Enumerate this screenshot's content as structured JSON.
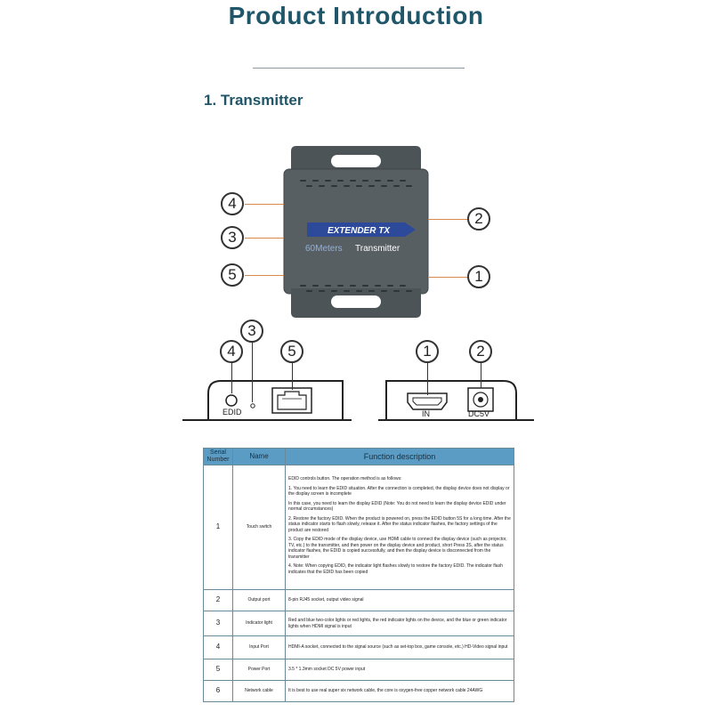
{
  "header": {
    "title": "Product Introduction",
    "section": "1. Transmitter"
  },
  "device": {
    "badge": "EXTENDER TX",
    "distance": "60Meters",
    "role": "Transmitter"
  },
  "callouts": {
    "c1": "1",
    "c2": "2",
    "c3": "3",
    "c4": "4",
    "c5": "5"
  },
  "panels": {
    "left": {
      "edid_label": "EDID"
    },
    "right": {
      "in_label": "IN",
      "dc_label": "DC5V"
    }
  },
  "table": {
    "headers": {
      "serial": "Serial Number",
      "name": "Name",
      "function": "Function description"
    },
    "rows": [
      {
        "num": "1",
        "name": "Touch switch",
        "func": [
          "EDID controls button. The operation method is as follows:",
          "1. You need to learn the EDID situation. After the connection is completed, the display device does not display or the display screen is incomplete",
          "In this case, you need to learn the display EDID (Note: You do not need to learn the display device EDID under normal circumstances)",
          "2. Restore the factory EDID. When the product is powered on, press the EDID button 5S for a long time. After the status indicator starts to flash slowly, release it. After the status indicator flashes, the factory settings of the product are restored",
          "3. Copy the EDID mode of the display device, use HDMI cable to connect the display device (such as projector, TV, etc.) to the transmitter, and then power on the display device and product, short Press 3S, after the status indicator flashes, the EDID is copied successfully, and then the display device is disconnected from the transmitter",
          "4. Note: When copying EDID, the indicator light flashes slowly to restore the factory EDID. The indicator flash indicates that the EDID has been copied"
        ]
      },
      {
        "num": "2",
        "name": "Output port",
        "func": [
          "8-pin RJ45 socket, output video signal"
        ]
      },
      {
        "num": "3",
        "name": "Indicator light",
        "func": [
          "Red and blue two-color lights or red lights, the red indicator lights on the device, and the blue or green indicator lights when HDMI signal is input"
        ]
      },
      {
        "num": "4",
        "name": "Input Port",
        "func": [
          "HDMI-A socket, connected to the signal source (such as set-top box, game console, etc.) HD-Video signal input"
        ]
      },
      {
        "num": "5",
        "name": "Power Port",
        "func": [
          "3.5 * 1.3mm socket DC 5V power input"
        ]
      },
      {
        "num": "6",
        "name": "Network cable",
        "func": [
          "It is best to use real super six network cable, the core is oxygen-free copper network cable 24AWG"
        ]
      }
    ]
  },
  "colors": {
    "title": "#1f5669",
    "table_header": "#5b9cc4",
    "badge": "#2d4a9a"
  }
}
